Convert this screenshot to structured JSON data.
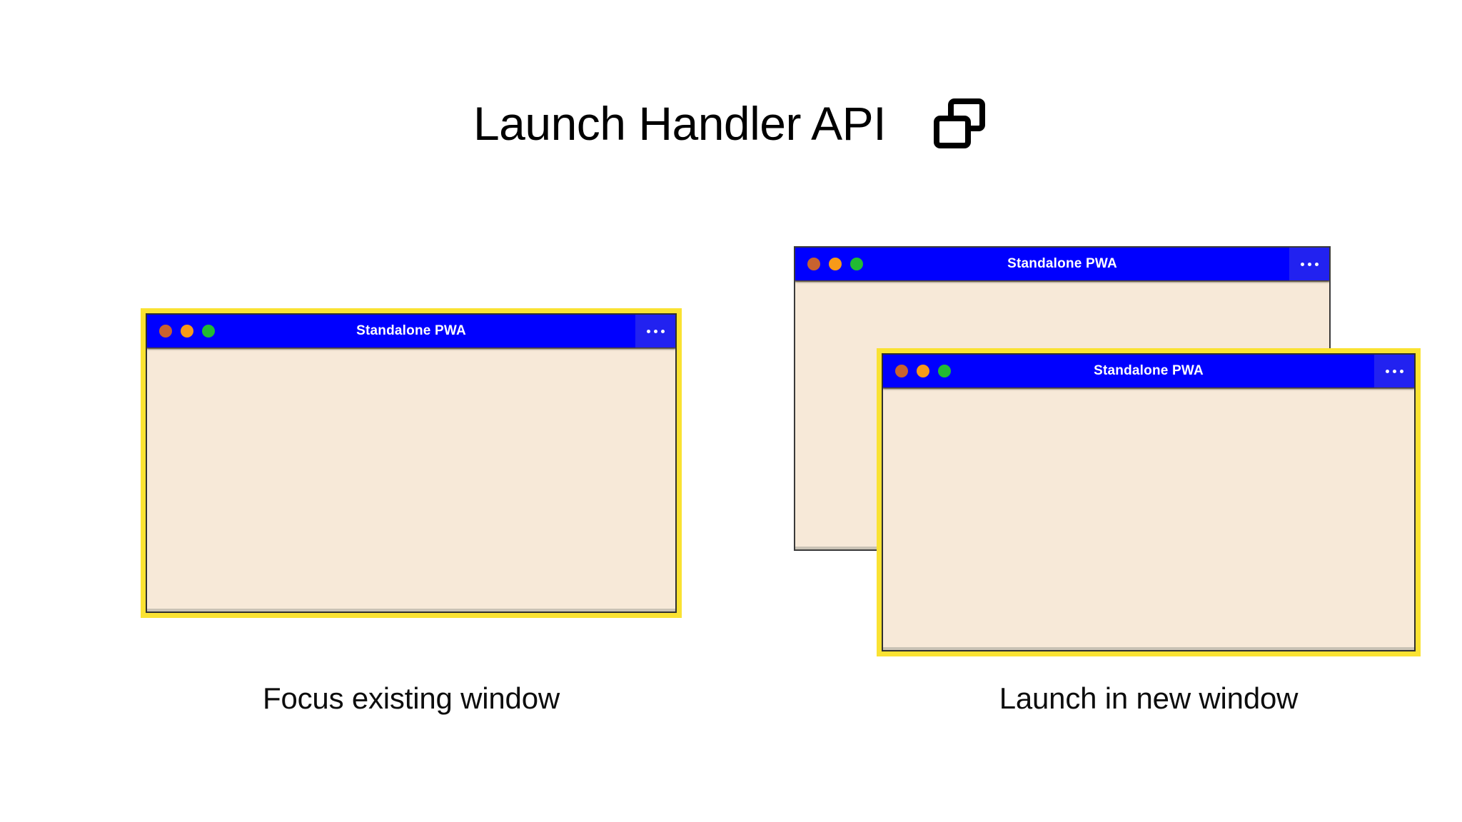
{
  "header": {
    "title": "Launch Handler API",
    "icon": "two-windows-icon"
  },
  "colors": {
    "titlebar_blue": "#0000FF",
    "menu_button_blue": "#2222F0",
    "window_body_cream": "#F7E9D8",
    "highlight_yellow": "#FAE232",
    "plain_border": "#3a3a3a",
    "dot_red": "#C8622F",
    "dot_amber": "#F79A18",
    "dot_green": "#22BB33",
    "text_dark": "#0d0d0d",
    "page_background": "#FFFFFF"
  },
  "windows": {
    "focus": {
      "title": "Standalone PWA",
      "menu_icon": "overflow-menu-icon",
      "highlighted": true,
      "traffic_lights": [
        "close-dot",
        "minimize-dot",
        "maximize-dot"
      ]
    },
    "new_back": {
      "title": "Standalone PWA",
      "menu_icon": "overflow-menu-icon",
      "highlighted": false,
      "traffic_lights": [
        "close-dot",
        "minimize-dot",
        "maximize-dot"
      ]
    },
    "new_front": {
      "title": "Standalone PWA",
      "menu_icon": "overflow-menu-icon",
      "highlighted": true,
      "traffic_lights": [
        "close-dot",
        "minimize-dot",
        "maximize-dot"
      ]
    }
  },
  "captions": {
    "left": "Focus existing window",
    "right": "Launch in new window"
  }
}
